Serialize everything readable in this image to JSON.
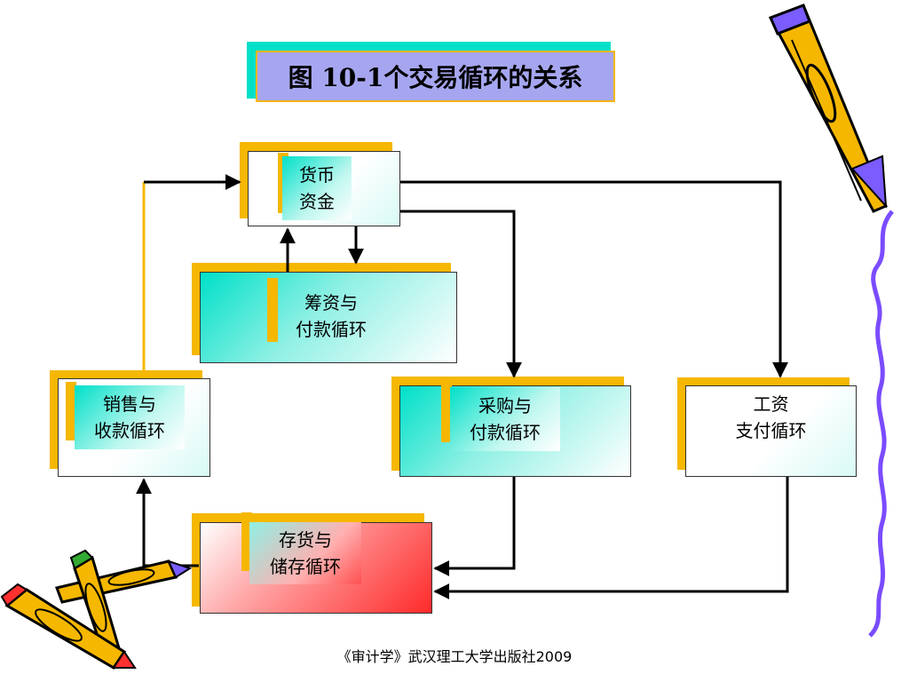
{
  "title": "图 10-1个交易循环的关系",
  "footer": "《审计学》武汉理工大学出版社2009",
  "nodes": {
    "currency": {
      "line1": "货币",
      "line2": "资金"
    },
    "financing": {
      "line1": "筹资与",
      "line2": "付款循环"
    },
    "sales": {
      "line1": "销售与",
      "line2": "收款循环"
    },
    "purchase": {
      "line1": "采购与",
      "line2": "付款循环"
    },
    "payroll": {
      "line1": "工资",
      "line2": "支付循环"
    },
    "inventory": {
      "line1": "存货与",
      "line2": "储存循环"
    }
  },
  "colors": {
    "accent_orange": "#f5b700",
    "teal": "#00e0c8",
    "title_fill": "#a6a6f0",
    "arrow": "#000000",
    "inventory_red": "#ff2a2a"
  },
  "icons": [
    "pencil-icon",
    "pencil-icon",
    "pencil-icon",
    "wavy-line-decoration"
  ]
}
